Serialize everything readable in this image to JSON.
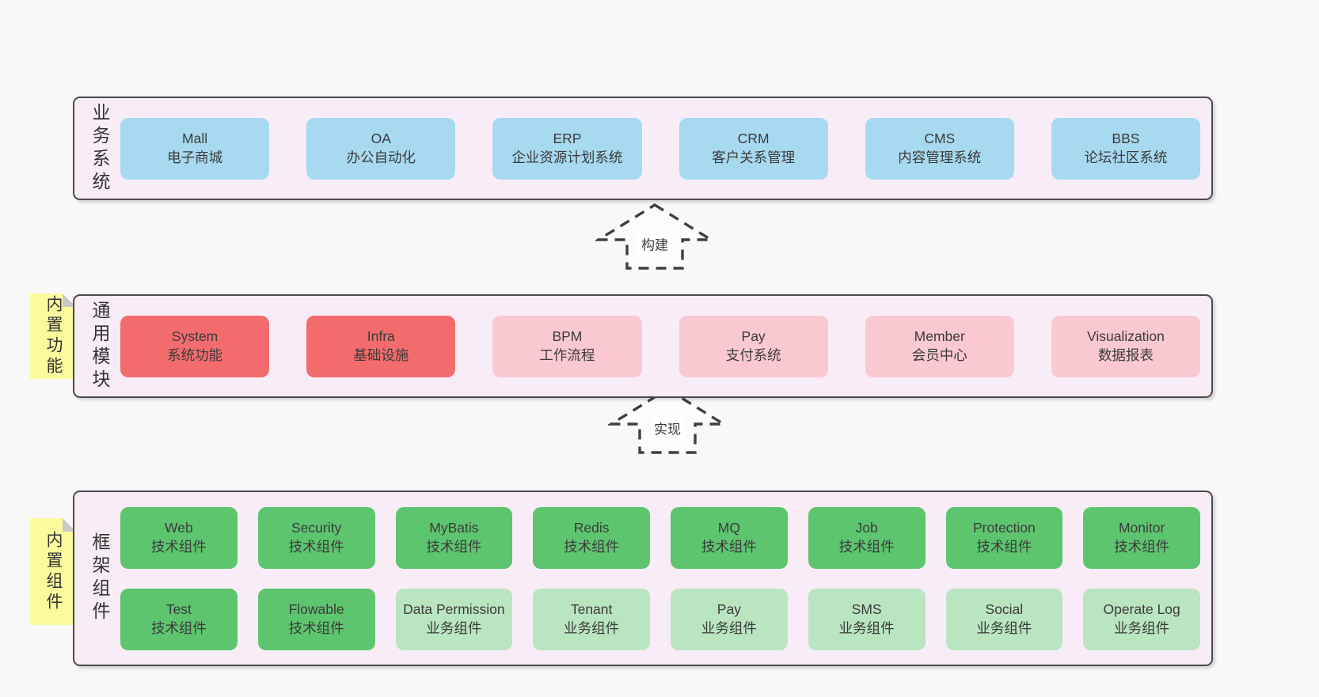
{
  "colors": {
    "page_bg": "#f8f8f8",
    "container_bg": "#f8edf6",
    "border": "#4a4a4a",
    "text": "#3b3b3b",
    "blue": "#a7d9f1",
    "red": "#f26c6d",
    "pink": "#fac8d1",
    "green": "#5ec56f",
    "lgreen": "#b9e5c1",
    "yellow": "#fbfb9d",
    "fold_gray": "#c9c9c9"
  },
  "arrows": [
    {
      "label": "构建"
    },
    {
      "label": "实现"
    }
  ],
  "layers": [
    {
      "label": "业务系统",
      "sticky": null,
      "rows": [
        [
          {
            "name": "Mall",
            "subtitle": "电子商城"
          },
          {
            "name": "OA",
            "subtitle": "办公自动化"
          },
          {
            "name": "ERP",
            "subtitle": "企业资源计划系统"
          },
          {
            "name": "CRM",
            "subtitle": "客户关系管理"
          },
          {
            "name": "CMS",
            "subtitle": "内容管理系统"
          },
          {
            "name": "BBS",
            "subtitle": "论坛社区系统"
          }
        ]
      ]
    },
    {
      "label": "通用模块",
      "sticky": "内置功能",
      "rows": [
        [
          {
            "name": "System",
            "subtitle": "系统功能"
          },
          {
            "name": "Infra",
            "subtitle": "基础设施"
          },
          {
            "name": "BPM",
            "subtitle": "工作流程"
          },
          {
            "name": "Pay",
            "subtitle": "支付系统"
          },
          {
            "name": "Member",
            "subtitle": "会员中心"
          },
          {
            "name": "Visualization",
            "subtitle": "数据报表"
          }
        ]
      ]
    },
    {
      "label": "框架组件",
      "sticky": "内置组件",
      "rows": [
        [
          {
            "name": "Web",
            "subtitle": "技术组件"
          },
          {
            "name": "Security",
            "subtitle": "技术组件"
          },
          {
            "name": "MyBatis",
            "subtitle": "技术组件"
          },
          {
            "name": "Redis",
            "subtitle": "技术组件"
          },
          {
            "name": "MQ",
            "subtitle": "技术组件"
          },
          {
            "name": "Job",
            "subtitle": "技术组件"
          },
          {
            "name": "Protection",
            "subtitle": "技术组件"
          },
          {
            "name": "Monitor",
            "subtitle": "技术组件"
          }
        ],
        [
          {
            "name": "Test",
            "subtitle": "技术组件"
          },
          {
            "name": "Flowable",
            "subtitle": "技术组件"
          },
          {
            "name": "Data Permission",
            "subtitle": "业务组件"
          },
          {
            "name": "Tenant",
            "subtitle": "业务组件"
          },
          {
            "name": "Pay",
            "subtitle": "业务组件"
          },
          {
            "name": "SMS",
            "subtitle": "业务组件"
          },
          {
            "name": "Social",
            "subtitle": "业务组件"
          },
          {
            "name": "Operate Log",
            "subtitle": "业务组件"
          }
        ]
      ]
    }
  ]
}
